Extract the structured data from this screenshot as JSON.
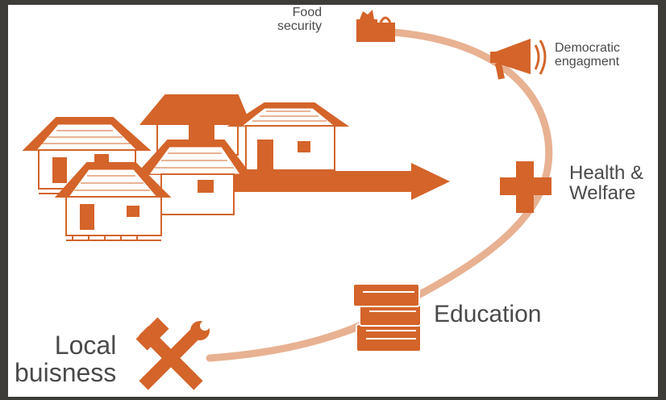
{
  "diagram": {
    "labels": {
      "food_security": "Food\nsecurity",
      "democratic_engagement": "Democratic\nengagment",
      "health_welfare": "Health &\nWelfare",
      "education": "Education",
      "local_business": "Local\nbuisness"
    },
    "icons": [
      "houses-illustration",
      "arrow-right-icon",
      "shopping-bags-icon",
      "megaphone-icon",
      "plus-cross-icon",
      "books-icon",
      "tools-icon"
    ],
    "colors": {
      "accent": "#d4642a",
      "path": "#e8b192",
      "text": "#4a4a4a",
      "background": "#ffffff",
      "frame": "#3e3c39"
    }
  }
}
